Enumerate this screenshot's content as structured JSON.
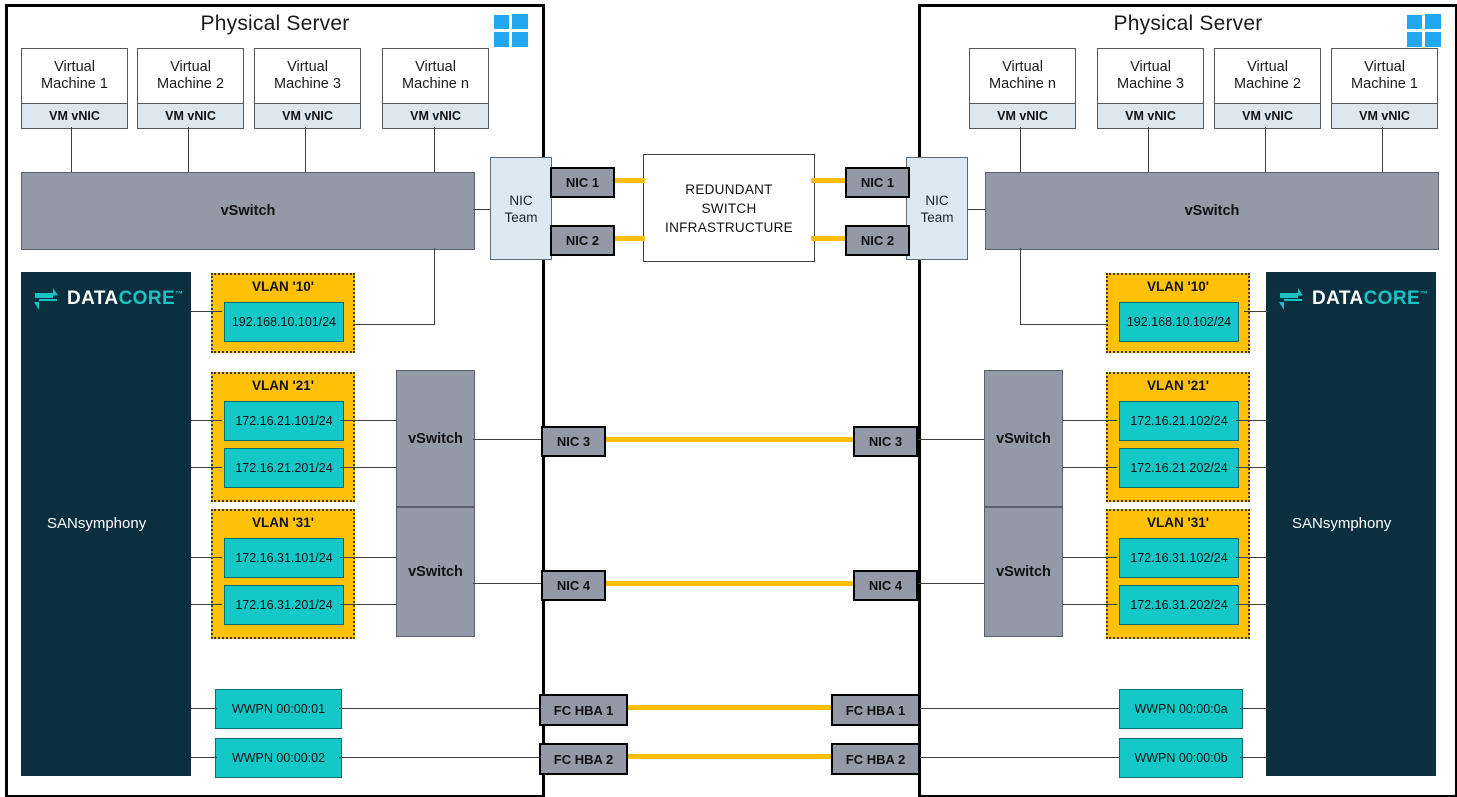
{
  "diagram": {
    "title": "DataCore SANsymphony dual physical server network topology",
    "colors": {
      "vlan_orange": "#FFC107",
      "ip_cyan": "#14C8C8",
      "fiber_yellow": "#FBBE0B",
      "datacore_navy": "#0b2f3f",
      "datacore_teal": "#17c3c3",
      "vswitch_gray": "#9499a8",
      "nicteam_blue": "#dde9f2",
      "windows_blue": "#23A7EF"
    }
  },
  "left_server": {
    "title": "Physical Server",
    "os_icon": "windows-logo-icon",
    "vms": [
      {
        "name_line1": "Virtual",
        "name_line2": "Machine 1",
        "vnic": "VM vNIC"
      },
      {
        "name_line1": "Virtual",
        "name_line2": "Machine 2",
        "vnic": "VM vNIC"
      },
      {
        "name_line1": "Virtual",
        "name_line2": "Machine 3",
        "vnic": "VM vNIC"
      },
      {
        "name_line1": "Virtual",
        "name_line2": "Machine n",
        "vnic": "VM vNIC"
      }
    ],
    "vswitch_main": "vSwitch",
    "vswitch_vlan21": "vSwitch",
    "vswitch_vlan31": "vSwitch",
    "nic_team": "NIC\nTeam",
    "nic_team_line1": "NIC",
    "nic_team_line2": "Team",
    "ports": [
      {
        "label": "NIC 1"
      },
      {
        "label": "NIC 2"
      },
      {
        "label": "NIC 3"
      },
      {
        "label": "NIC 4"
      },
      {
        "label": "FC HBA 1"
      },
      {
        "label": "FC HBA 2"
      }
    ],
    "datacore": {
      "brand_part1": "DATA",
      "brand_part2": "CORE",
      "trademark": "™",
      "product": "SANsymphony"
    },
    "vlans": [
      {
        "label": "VLAN '10'",
        "ips": [
          "192.168.10.101/24"
        ]
      },
      {
        "label": "VLAN '21'",
        "ips": [
          "172.16.21.101/24",
          "172.16.21.201/24"
        ]
      },
      {
        "label": "VLAN '31'",
        "ips": [
          "172.16.31.101/24",
          "172.16.31.201/24"
        ]
      }
    ],
    "wwpns": [
      "WWPN 00:00:01",
      "WWPN 00:00:02"
    ]
  },
  "right_server": {
    "title": "Physical Server",
    "os_icon": "windows-logo-icon",
    "vms": [
      {
        "name_line1": "Virtual",
        "name_line2": "Machine n",
        "vnic": "VM vNIC"
      },
      {
        "name_line1": "Virtual",
        "name_line2": "Machine 3",
        "vnic": "VM vNIC"
      },
      {
        "name_line1": "Virtual",
        "name_line2": "Machine 2",
        "vnic": "VM vNIC"
      },
      {
        "name_line1": "Virtual",
        "name_line2": "Machine 1",
        "vnic": "VM vNIC"
      }
    ],
    "vswitch_main": "vSwitch",
    "vswitch_vlan21": "vSwitch",
    "vswitch_vlan31": "vSwitch",
    "nic_team_line1": "NIC",
    "nic_team_line2": "Team",
    "ports": [
      {
        "label": "NIC 1"
      },
      {
        "label": "NIC 2"
      },
      {
        "label": "NIC 3"
      },
      {
        "label": "NIC 4"
      },
      {
        "label": "FC HBA 1"
      },
      {
        "label": "FC HBA 2"
      }
    ],
    "datacore": {
      "brand_part1": "DATA",
      "brand_part2": "CORE",
      "trademark": "™",
      "product": "SANsymphony"
    },
    "vlans": [
      {
        "label": "VLAN '10'",
        "ips": [
          "192.168.10.102/24"
        ]
      },
      {
        "label": "VLAN '21'",
        "ips": [
          "172.16.21.102/24",
          "172.16.21.202/24"
        ]
      },
      {
        "label": "VLAN '31'",
        "ips": [
          "172.16.31.102/24",
          "172.16.31.202/24"
        ]
      }
    ],
    "wwpns": [
      "WWPN 00:00:0a",
      "WWPN 00:00:0b"
    ]
  },
  "center": {
    "switch_infrastructure_line1": "REDUNDANT",
    "switch_infrastructure_line2": "SWITCH",
    "switch_infrastructure_line3": "INFRASTRUCTURE"
  }
}
